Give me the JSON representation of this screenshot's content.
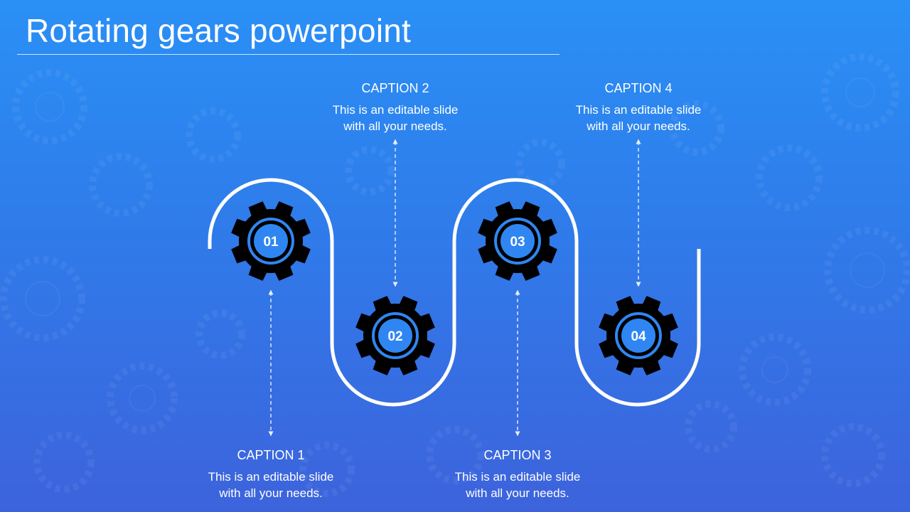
{
  "slide": {
    "title": "Rotating gears powerpoint",
    "colors": {
      "gear": "#000000",
      "track": "#ffffff",
      "accent": "#2f86f2"
    }
  },
  "steps": [
    {
      "number": "01",
      "caption": "CAPTION 1",
      "text_line1": "This is an editable slide",
      "text_line2": "with all your needs."
    },
    {
      "number": "02",
      "caption": "CAPTION 2",
      "text_line1": "This is an editable slide",
      "text_line2": "with all your needs."
    },
    {
      "number": "03",
      "caption": "CAPTION 3",
      "text_line1": "This is an editable slide",
      "text_line2": "with all your needs."
    },
    {
      "number": "04",
      "caption": "CAPTION 4",
      "text_line1": "This is an editable slide",
      "text_line2": "with all your needs."
    }
  ]
}
